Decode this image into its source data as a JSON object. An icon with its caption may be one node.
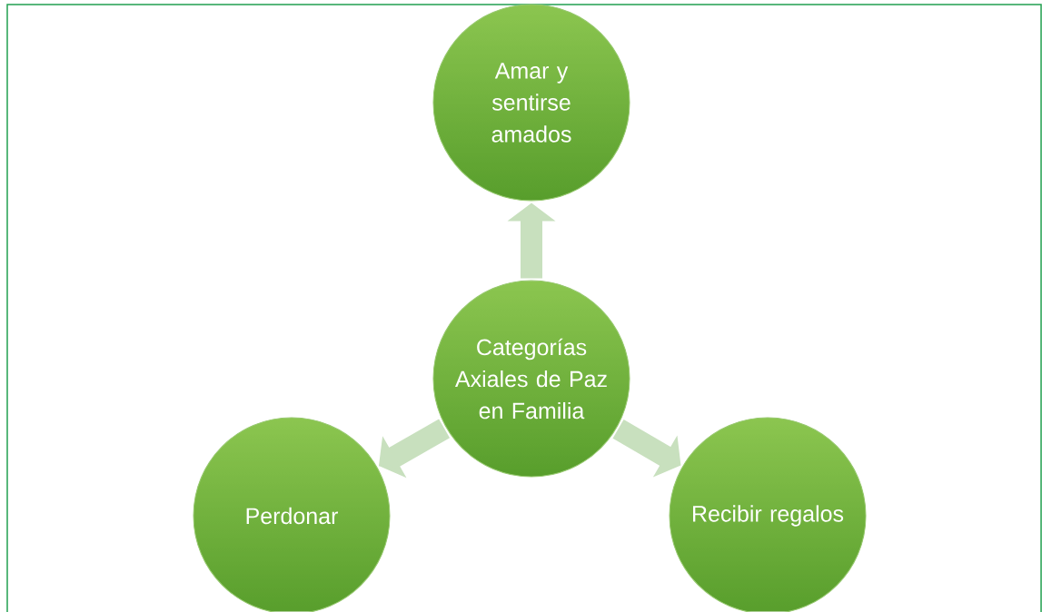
{
  "diagram": {
    "nodes": [
      {
        "text": [
          "Amar y sentirse amados"
        ]
      },
      {
        "text": [
          "Categorías Axiales de Paz en Familia"
        ]
      },
      {
        "text": [
          "Perdonar"
        ]
      },
      {
        "text": [
          "Recibir regalos"
        ]
      }
    ],
    "edges": [
      {
        "from": 1,
        "to": 0,
        "arrow": "to"
      },
      {
        "from": 1,
        "to": 2,
        "arrow": "to"
      },
      {
        "from": 1,
        "to": 3,
        "arrow": "to"
      }
    ]
  }
}
